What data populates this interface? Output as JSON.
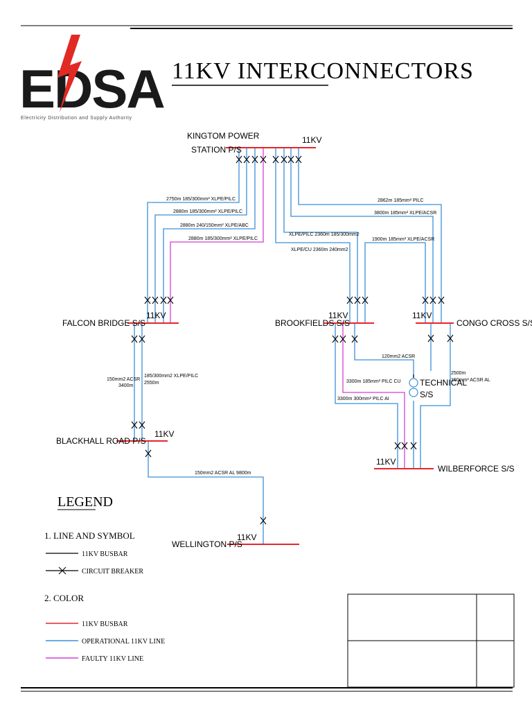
{
  "title": "11KV  INTERCONNECTORS",
  "logo": {
    "text": "EDSA",
    "tagline": "Electricity Distribution and Supply Authority"
  },
  "colors": {
    "busbar": "#e8242a",
    "operational": "#3a8fd8",
    "faulty": "#d63fd6",
    "ink": "#000000"
  },
  "stations": {
    "kingtom_line1": "KINGTOM POWER",
    "kingtom_line2": "STATION P/S",
    "falcon": "FALCON BRIDGE S/S",
    "brookfields": "BROOKFIELDS S/S",
    "congo": "CONGO CROSS S/S",
    "blackhall": "BLACKHALL ROAD P/S",
    "technical_line1": "TECHNICAL",
    "technical_line2": "S/S",
    "wilberforce": "WILBERFORCE S/S",
    "wellington": "WELLINGTON P/S"
  },
  "voltage": "11KV",
  "cables": {
    "k_f1": "2750m   185/300mm² XLPE/PILC",
    "k_f2": "2880m   185/300mm² XLPE/PILC",
    "k_f3": "2880m   240/150mm² XLPE/ABC",
    "k_f4": "2880m   185/300mm² XLPE/PILC",
    "k_b1": "XLPE/PILC 2360m   185/300mm2",
    "k_b2": "XLPE/CU 2360m   240mm2",
    "k_c1": "2862m 185mm² PILC",
    "k_c2": "3800m 185mm² XLPE/ACSR",
    "b_c": "1900m 185mm² XLPE/ACSR",
    "fb_left_1": "150mm2 ACSR",
    "fb_left_2": "3400m",
    "fb_right_1": "185/300mm2 XLPE/PILC",
    "fb_right_2": "2550m",
    "b_t": "120mm2 ACSR",
    "b_w1": "3300m 185mm² PILC CU",
    "b_w2": "3300m 300mm² PILC AI",
    "c_w1": "2500m",
    "c_w2": "150mm² ACSR AL",
    "bh_wel": "150mm2 ACSR AL 9800m"
  },
  "legend": {
    "heading": "LEGEND",
    "section1": "1.      LINE AND SYMBOL",
    "busbar": "11KV BUSBAR",
    "breaker": "CIRCUIT BREAKER",
    "section2": "2.      COLOR",
    "red_busbar": "11KV BUSBAR",
    "operational_line": "OPERATIONAL 11KV LINE",
    "faulty_line": "FAULTY 11KV LINE"
  }
}
